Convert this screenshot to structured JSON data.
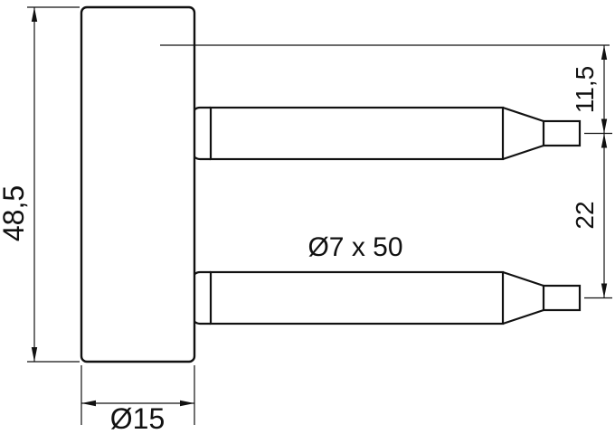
{
  "drawing": {
    "labels": {
      "overall_height": "48,5",
      "barrel_diameter": "Ø15",
      "pin_spec": "Ø7 x 50",
      "pin_offset_top": "11,5",
      "pin_spacing": "22"
    },
    "colors": {
      "line": "#111111",
      "background": "#ffffff"
    }
  }
}
